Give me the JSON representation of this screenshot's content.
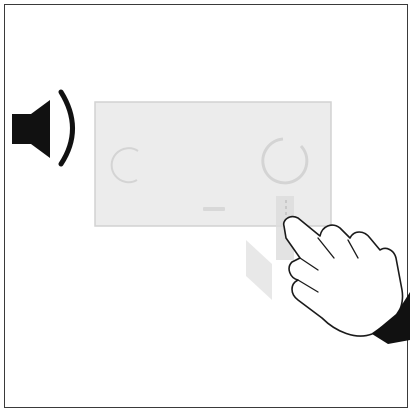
{
  "illustration": {
    "speaker_icon": "speaker-sound-icon",
    "device_panel": "control-panel",
    "left_control": "ring-dial",
    "right_control": "ring-dial",
    "gesture": "press-and-slide-down",
    "hand_icon": "hand-pressing-icon",
    "colors": {
      "outline": "#1a1a1a",
      "panel_fill": "#ececec",
      "panel_stroke": "#d0d0d0",
      "dial_stroke": "#d6d6d6",
      "slide_trail": "#dcdcdc",
      "cuff": "#111111"
    }
  }
}
